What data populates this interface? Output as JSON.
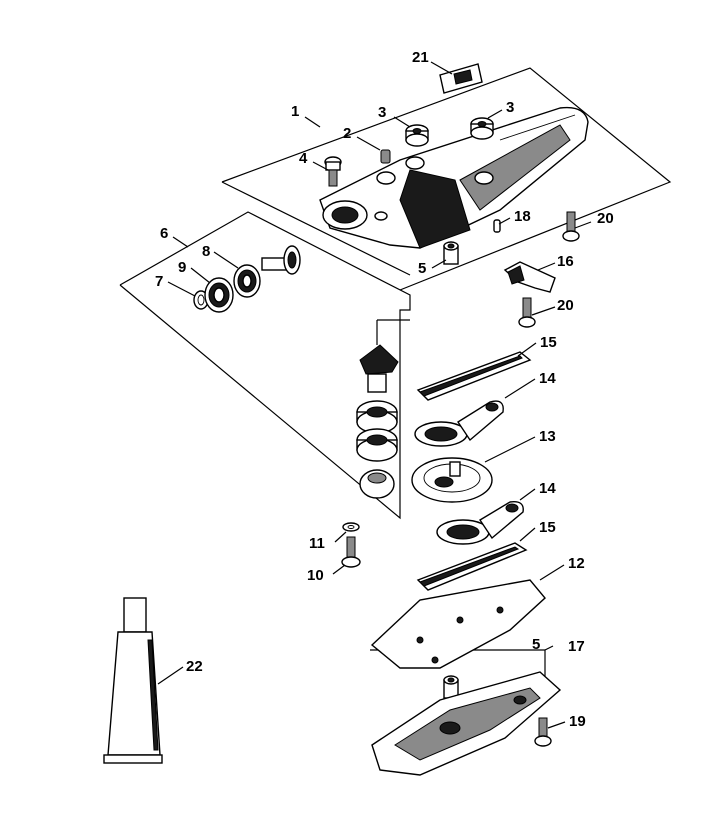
{
  "callouts": {
    "c1": "1",
    "c2": "2",
    "c3a": "3",
    "c3b": "3",
    "c4": "4",
    "c5a": "5",
    "c5b": "5",
    "c6": "6",
    "c7": "7",
    "c8": "8",
    "c9": "9",
    "c10": "10",
    "c11": "11",
    "c12": "12",
    "c13": "13",
    "c14a": "14",
    "c14b": "14",
    "c15a": "15",
    "c15b": "15",
    "c16": "16",
    "c17": "17",
    "c18": "18",
    "c19": "19",
    "c20a": "20",
    "c20b": "20",
    "c21": "21",
    "c22": "22"
  }
}
